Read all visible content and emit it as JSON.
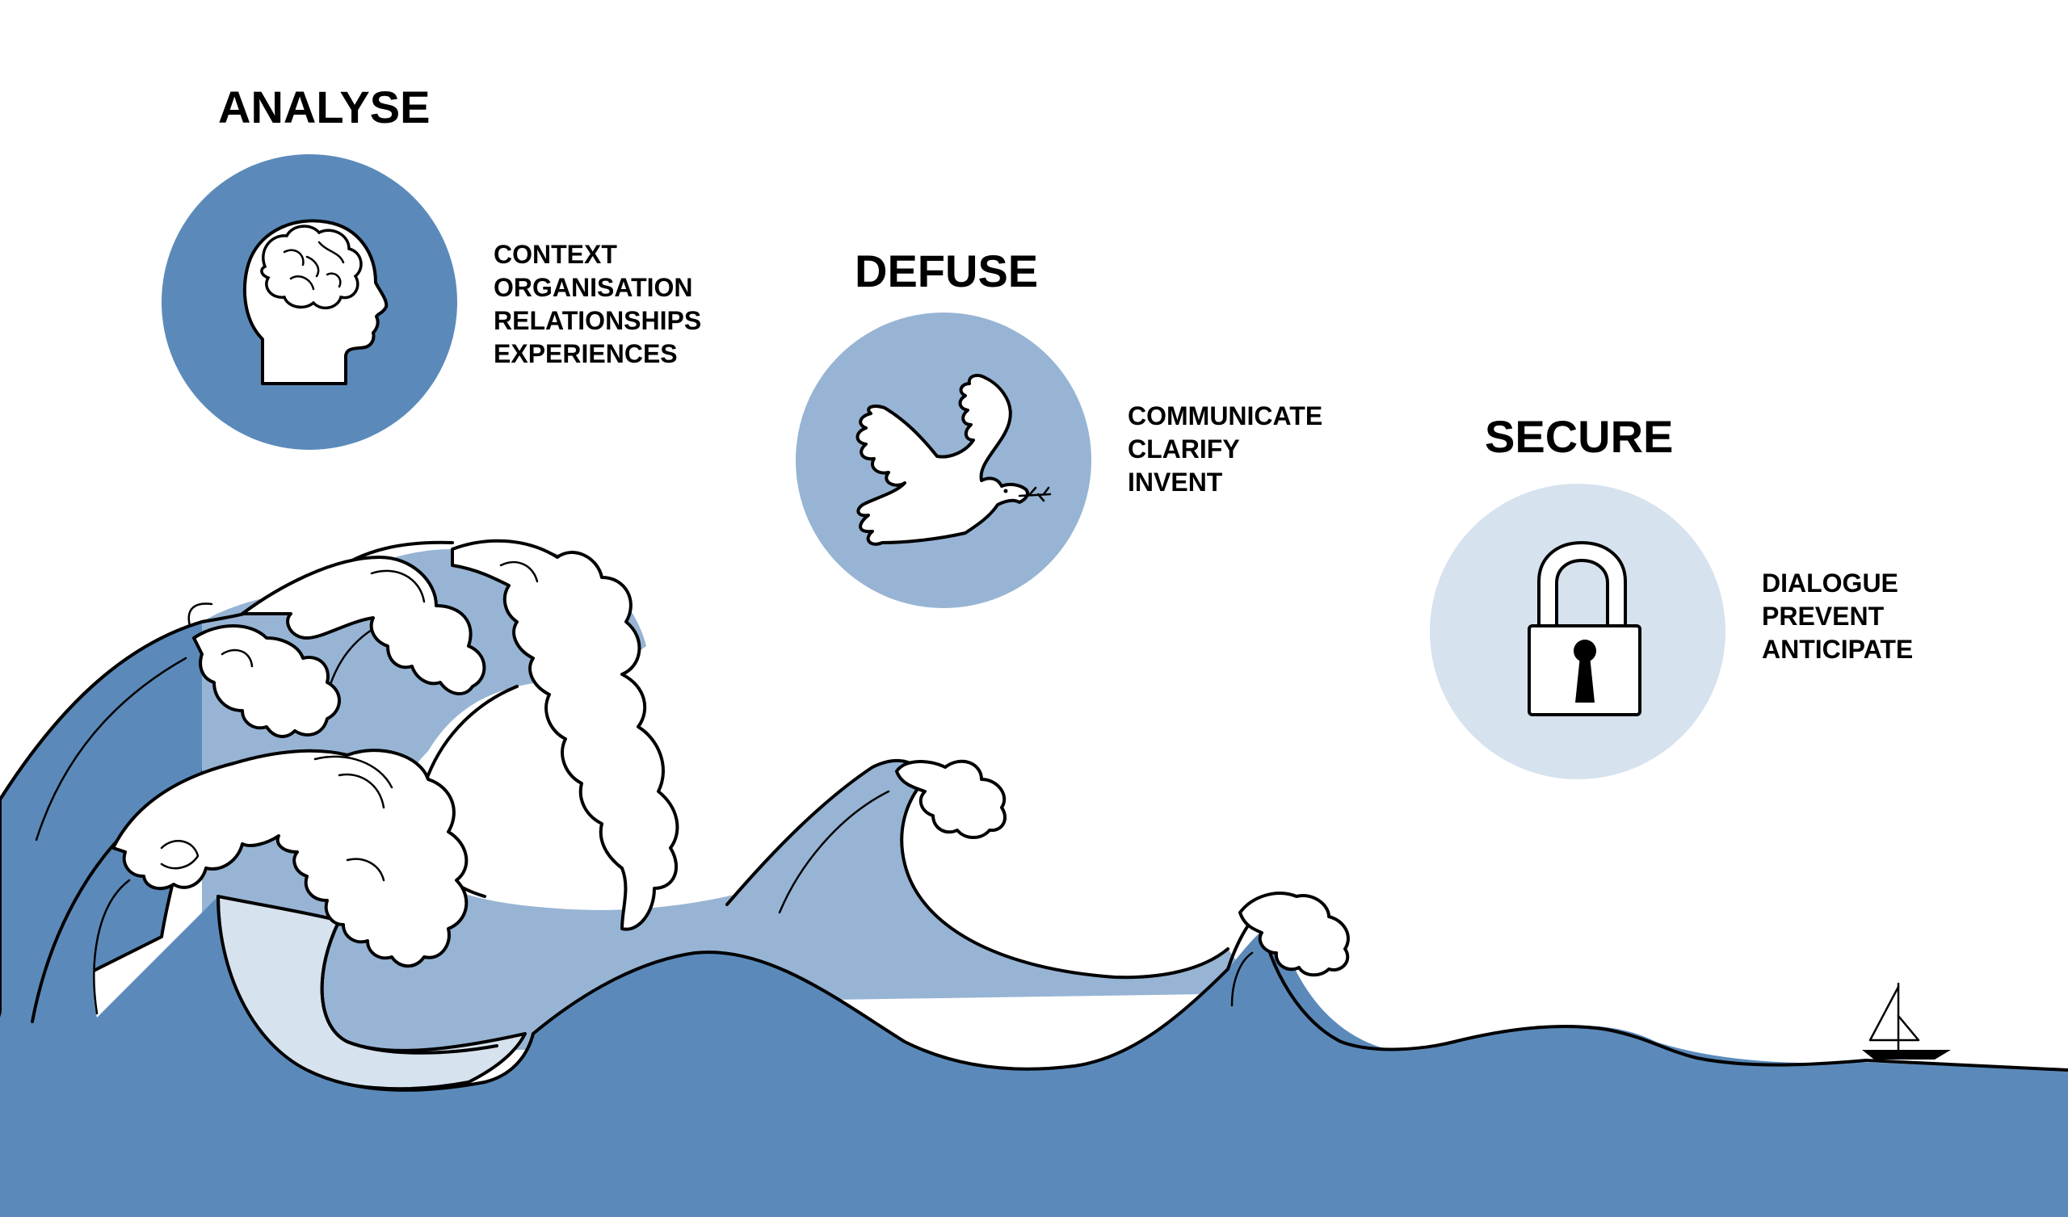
{
  "stages": [
    {
      "id": "analyse",
      "title": "ANALYSE",
      "icon": "head-brain-icon",
      "color": "#5b8aba",
      "items": [
        "CONTEXT",
        "ORGANISATION",
        "RELATIONSHIPS",
        "EXPERIENCES"
      ]
    },
    {
      "id": "defuse",
      "title": "DEFUSE",
      "icon": "dove-icon",
      "color": "#97b4d4",
      "items": [
        "COMMUNICATE",
        "CLARIFY",
        "INVENT"
      ]
    },
    {
      "id": "secure",
      "title": "SECURE",
      "icon": "padlock-icon",
      "color": "#d6e2ee",
      "items": [
        "DIALOGUE",
        "PREVENT",
        "ANTICIPATE"
      ]
    }
  ],
  "colors": {
    "sea_dark": "#5b8aba",
    "sea_mid": "#97b4d4",
    "sea_light": "#d6e2ee",
    "foam": "#ffffff",
    "outline": "#000000"
  },
  "icons": [
    "head-brain-icon",
    "dove-icon",
    "padlock-icon",
    "sailboat-icon"
  ]
}
